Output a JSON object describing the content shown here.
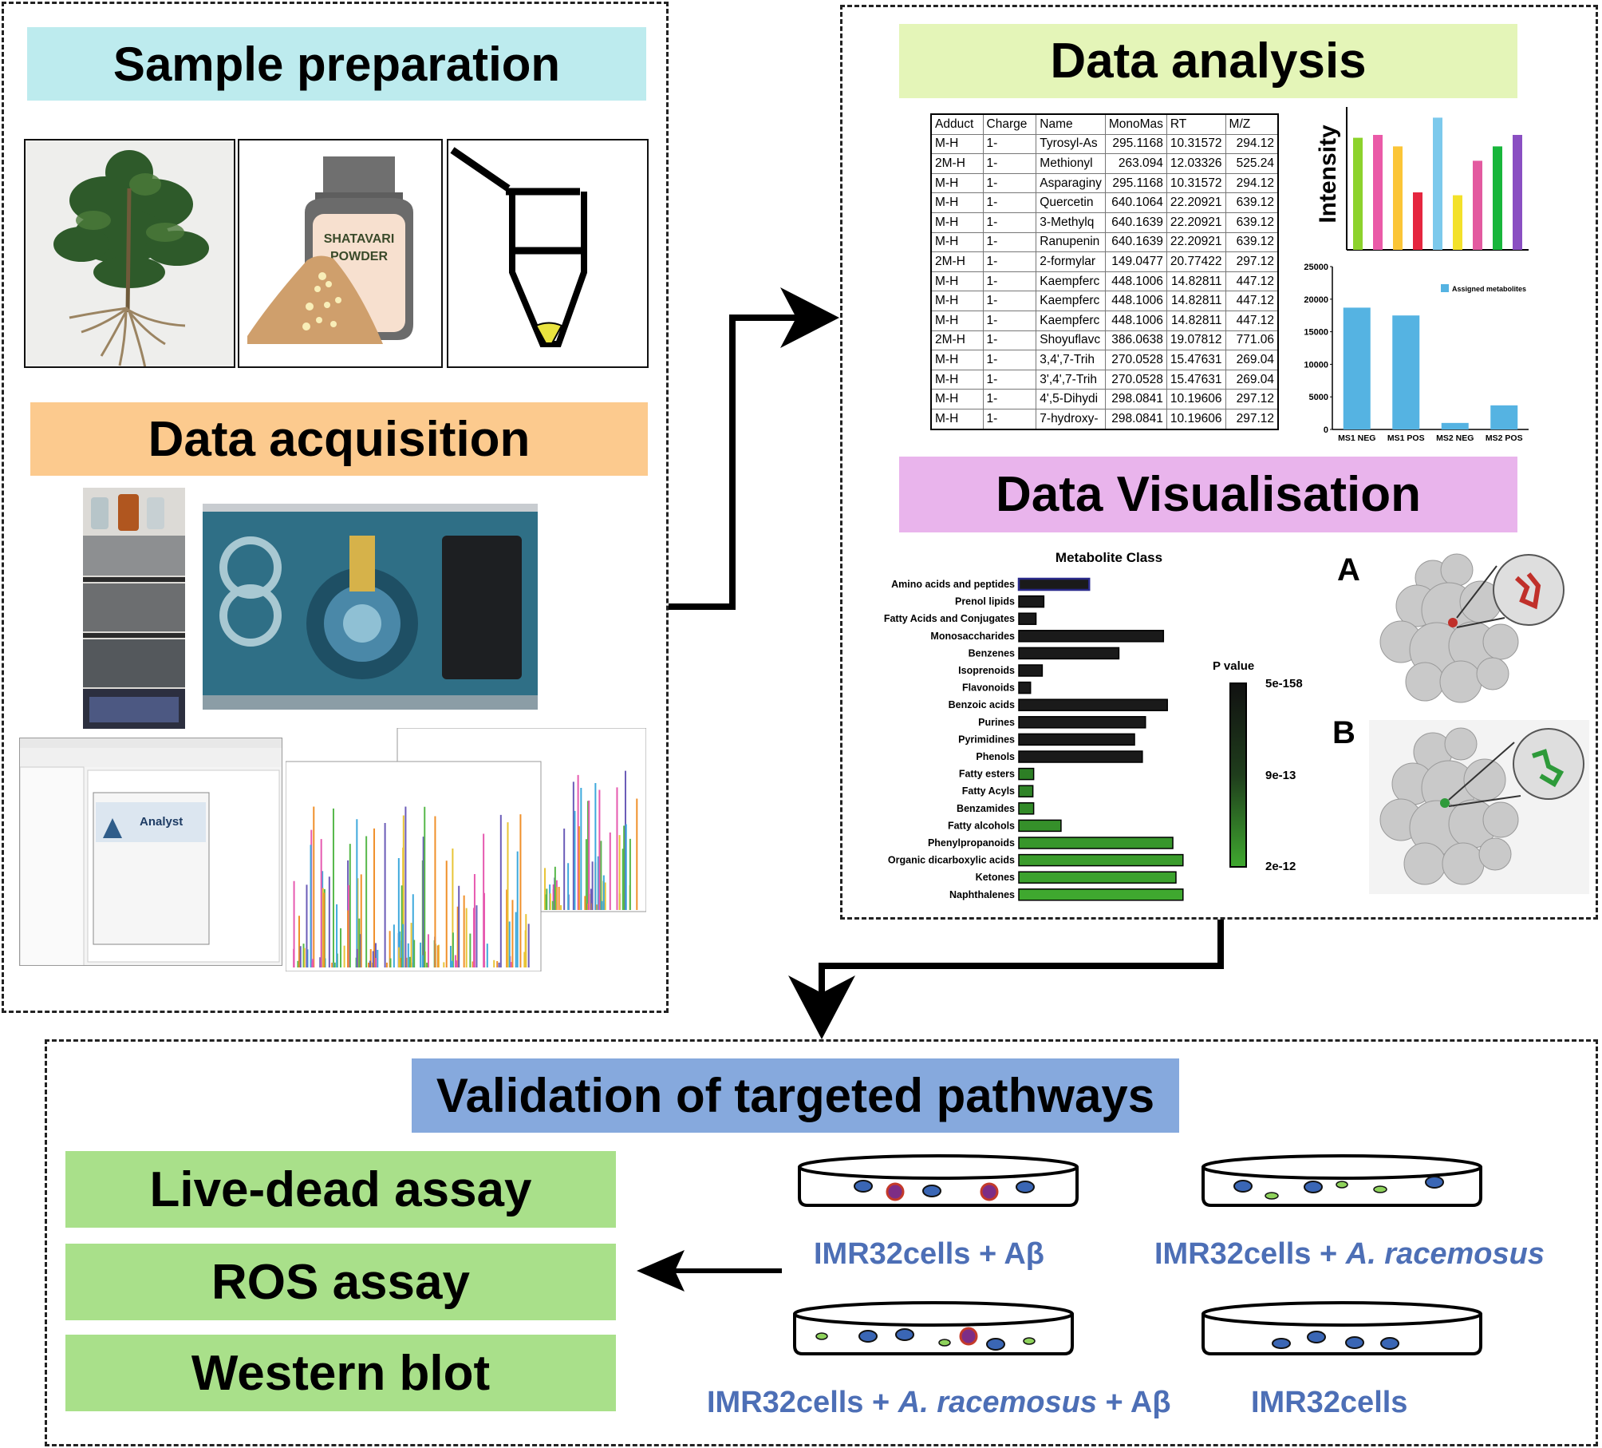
{
  "sections": {
    "sample_preparation": "Sample preparation",
    "data_acquisition": "Data acquisition",
    "data_analysis": "Data analysis",
    "data_visualisation": "Data Visualisation",
    "validation": "Validation of targeted pathways"
  },
  "colors": {
    "sample_banner": "#bdebee",
    "acquisition_banner": "#fcca8e",
    "analysis_banner": "#e4f5b8",
    "visualisation_banner": "#e9b4ec",
    "validation_banner": "#86a9dd",
    "assay_box": "#a9e08a",
    "label_blue": "#4d6fb6"
  },
  "powder_label": [
    "SHATAVARI",
    "POWDER"
  ],
  "software_logo": "Analyst",
  "adduct_table": {
    "headers": [
      "Adduct",
      "Charge",
      "Name",
      "MonoMas",
      "RT",
      "M/Z"
    ],
    "rows": [
      [
        "M-H",
        "1-",
        "Tyrosyl-As",
        "295.1168",
        "10.31572",
        "294.12"
      ],
      [
        "2M-H",
        "1-",
        "Methionyl",
        "263.094",
        "12.03326",
        "525.24"
      ],
      [
        "M-H",
        "1-",
        "Asparaginy",
        "295.1168",
        "10.31572",
        "294.12"
      ],
      [
        "M-H",
        "1-",
        "Quercetin",
        "640.1064",
        "22.20921",
        "639.12"
      ],
      [
        "M-H",
        "1-",
        "3-Methylq",
        "640.1639",
        "22.20921",
        "639.12"
      ],
      [
        "M-H",
        "1-",
        "Ranupenin",
        "640.1639",
        "22.20921",
        "639.12"
      ],
      [
        "2M-H",
        "1-",
        "2-formylar",
        "149.0477",
        "20.77422",
        "297.12"
      ],
      [
        "M-H",
        "1-",
        "Kaempferc",
        "448.1006",
        "14.82811",
        "447.12"
      ],
      [
        "M-H",
        "1-",
        "Kaempferc",
        "448.1006",
        "14.82811",
        "447.12"
      ],
      [
        "M-H",
        "1-",
        "Kaempferc",
        "448.1006",
        "14.82811",
        "447.12"
      ],
      [
        "2M-H",
        "1-",
        "Shoyuflavc",
        "386.0638",
        "19.07812",
        "771.06"
      ],
      [
        "M-H",
        "1-",
        "3,4',7-Trih",
        "270.0528",
        "15.47631",
        "269.04"
      ],
      [
        "M-H",
        "1-",
        "3',4',7-Trih",
        "270.0528",
        "15.47631",
        "269.04"
      ],
      [
        "M-H",
        "1-",
        "4',5-Dihydi",
        "298.0841",
        "10.19606",
        "297.12"
      ],
      [
        "M-H",
        "1-",
        "7-hydroxy-",
        "298.0841",
        "10.19606",
        "297.12"
      ]
    ]
  },
  "chart_data": [
    {
      "type": "bar",
      "ylabel": "Intensity",
      "values": [
        0.78,
        0.8,
        0.72,
        0.4,
        0.92,
        0.38,
        0.62,
        0.72,
        0.8
      ],
      "colors": [
        "#8cd22c",
        "#ea5aa8",
        "#fbc537",
        "#e5263f",
        "#7cc9ec",
        "#f3e12a",
        "#e35aa0",
        "#18b63b",
        "#8a4fc2"
      ]
    },
    {
      "type": "bar",
      "categories": [
        "MS1 NEG",
        "MS1 POS",
        "MS2 NEG",
        "MS2 POS"
      ],
      "series": [
        {
          "name": "Assigned metabolites",
          "values": [
            18700,
            17500,
            1000,
            3700
          ]
        }
      ],
      "yticks": [
        "0",
        "5000",
        "10000",
        "15000",
        "20000",
        "25000"
      ],
      "ylim": [
        0,
        25000
      ],
      "color": "#55b3e2"
    },
    {
      "type": "bar",
      "orientation": "horizontal",
      "title": "Metabolite Class",
      "categories": [
        "Amino acids and peptides",
        "Prenol lipids",
        "Fatty Acids and Conjugates",
        "Monosaccharides",
        "Benzenes",
        "Isoprenoids",
        "Flavonoids",
        "Benzoic acids",
        "Purines",
        "Pyrimidines",
        "Phenols",
        "Fatty esters",
        "Fatty Acyls",
        "Benzamides",
        "Fatty alcohols",
        "Phenylpropanoids",
        "Organic dicarboxylic acids",
        "Ketones",
        "Naphthalenes"
      ],
      "values": [
        9,
        3.2,
        2.2,
        18.5,
        12.8,
        3,
        1.5,
        19,
        16.2,
        14.8,
        15.8,
        1.9,
        1.8,
        1.9,
        5.4,
        19.7,
        21,
        20.1,
        21
      ],
      "colorbar": {
        "title": "P value",
        "ticks": [
          "5e-158",
          "9e-13",
          "2e-12"
        ]
      }
    }
  ],
  "docking_labels": [
    "A",
    "B"
  ],
  "assays": [
    "Live-dead assay",
    "ROS assay",
    "Western blot"
  ],
  "dish_labels": [
    {
      "prefix": "IMR32cells + Aβ",
      "italic": "",
      "suffix": ""
    },
    {
      "prefix": "IMR32cells + ",
      "italic": "A. racemosus",
      "suffix": ""
    },
    {
      "prefix": "IMR32cells + ",
      "italic": "A. racemosus",
      "suffix": " + Aβ"
    },
    {
      "prefix": "IMR32cells",
      "italic": "",
      "suffix": ""
    }
  ]
}
